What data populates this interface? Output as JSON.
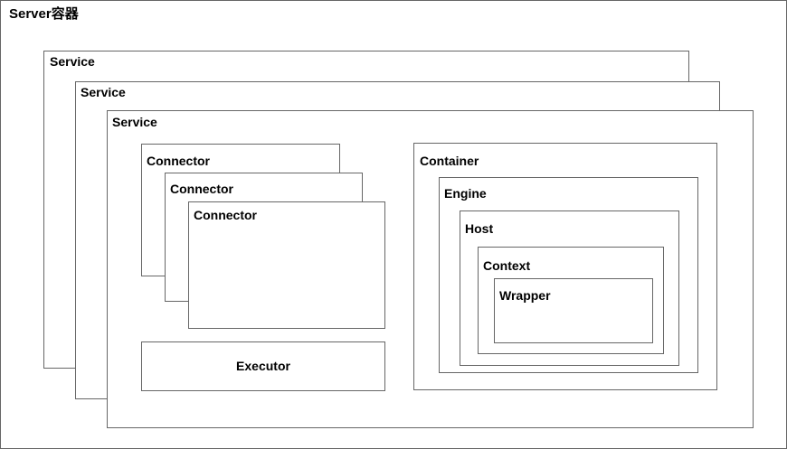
{
  "diagram": {
    "title": "Server容器",
    "outer": {
      "name": "Server容器",
      "label": "Server容器"
    },
    "services": [
      {
        "label": "Service"
      },
      {
        "label": "Service"
      },
      {
        "label": "Service"
      }
    ],
    "connectors": [
      {
        "label": "Connector"
      },
      {
        "label": "Connector"
      },
      {
        "label": "Connector"
      }
    ],
    "executor": {
      "label": "Executor"
    },
    "container_stack": {
      "container": {
        "label": "Container"
      },
      "engine": {
        "label": "Engine"
      },
      "host": {
        "label": "Host"
      },
      "context": {
        "label": "Context"
      },
      "wrapper": {
        "label": "Wrapper"
      }
    },
    "colors": {
      "background": "#ffffff",
      "border": "#666666",
      "text": "#000000"
    }
  }
}
